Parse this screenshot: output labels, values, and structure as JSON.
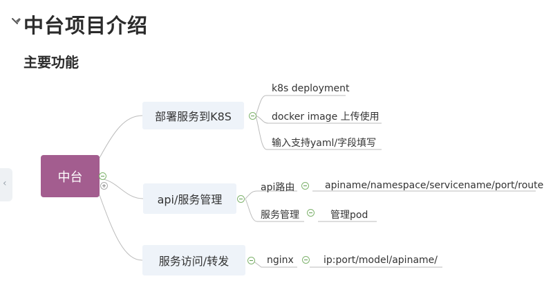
{
  "title": "中台项目介绍",
  "subtitle": "主要功能",
  "mindmap": {
    "root": "中台",
    "topics": [
      {
        "label": "部署服务到K8S",
        "children": [
          "k8s deployment",
          "docker image 上传使用",
          "输入支持yaml/字段填写"
        ]
      },
      {
        "label": "api/服务管理",
        "children": [
          {
            "label": "api路由",
            "child": "apiname/namespace/servicename/port/route"
          },
          {
            "label": "服务管理",
            "child": "管理pod"
          }
        ]
      },
      {
        "label": "服务访问/转发",
        "children": [
          {
            "label": "nginx",
            "child": "ip:port/model/apiname/"
          }
        ]
      }
    ]
  },
  "icons": {
    "pin": "pin-icon",
    "collapse": "collapse-minus-icon",
    "expand": "expand-plus-icon",
    "side_toggle": "chevron-left-icon"
  },
  "colors": {
    "root_fill": "#a35d8f",
    "topic_fill": "#eef3f9",
    "line": "#bbbbbb",
    "toggle": "#7fb36d"
  }
}
